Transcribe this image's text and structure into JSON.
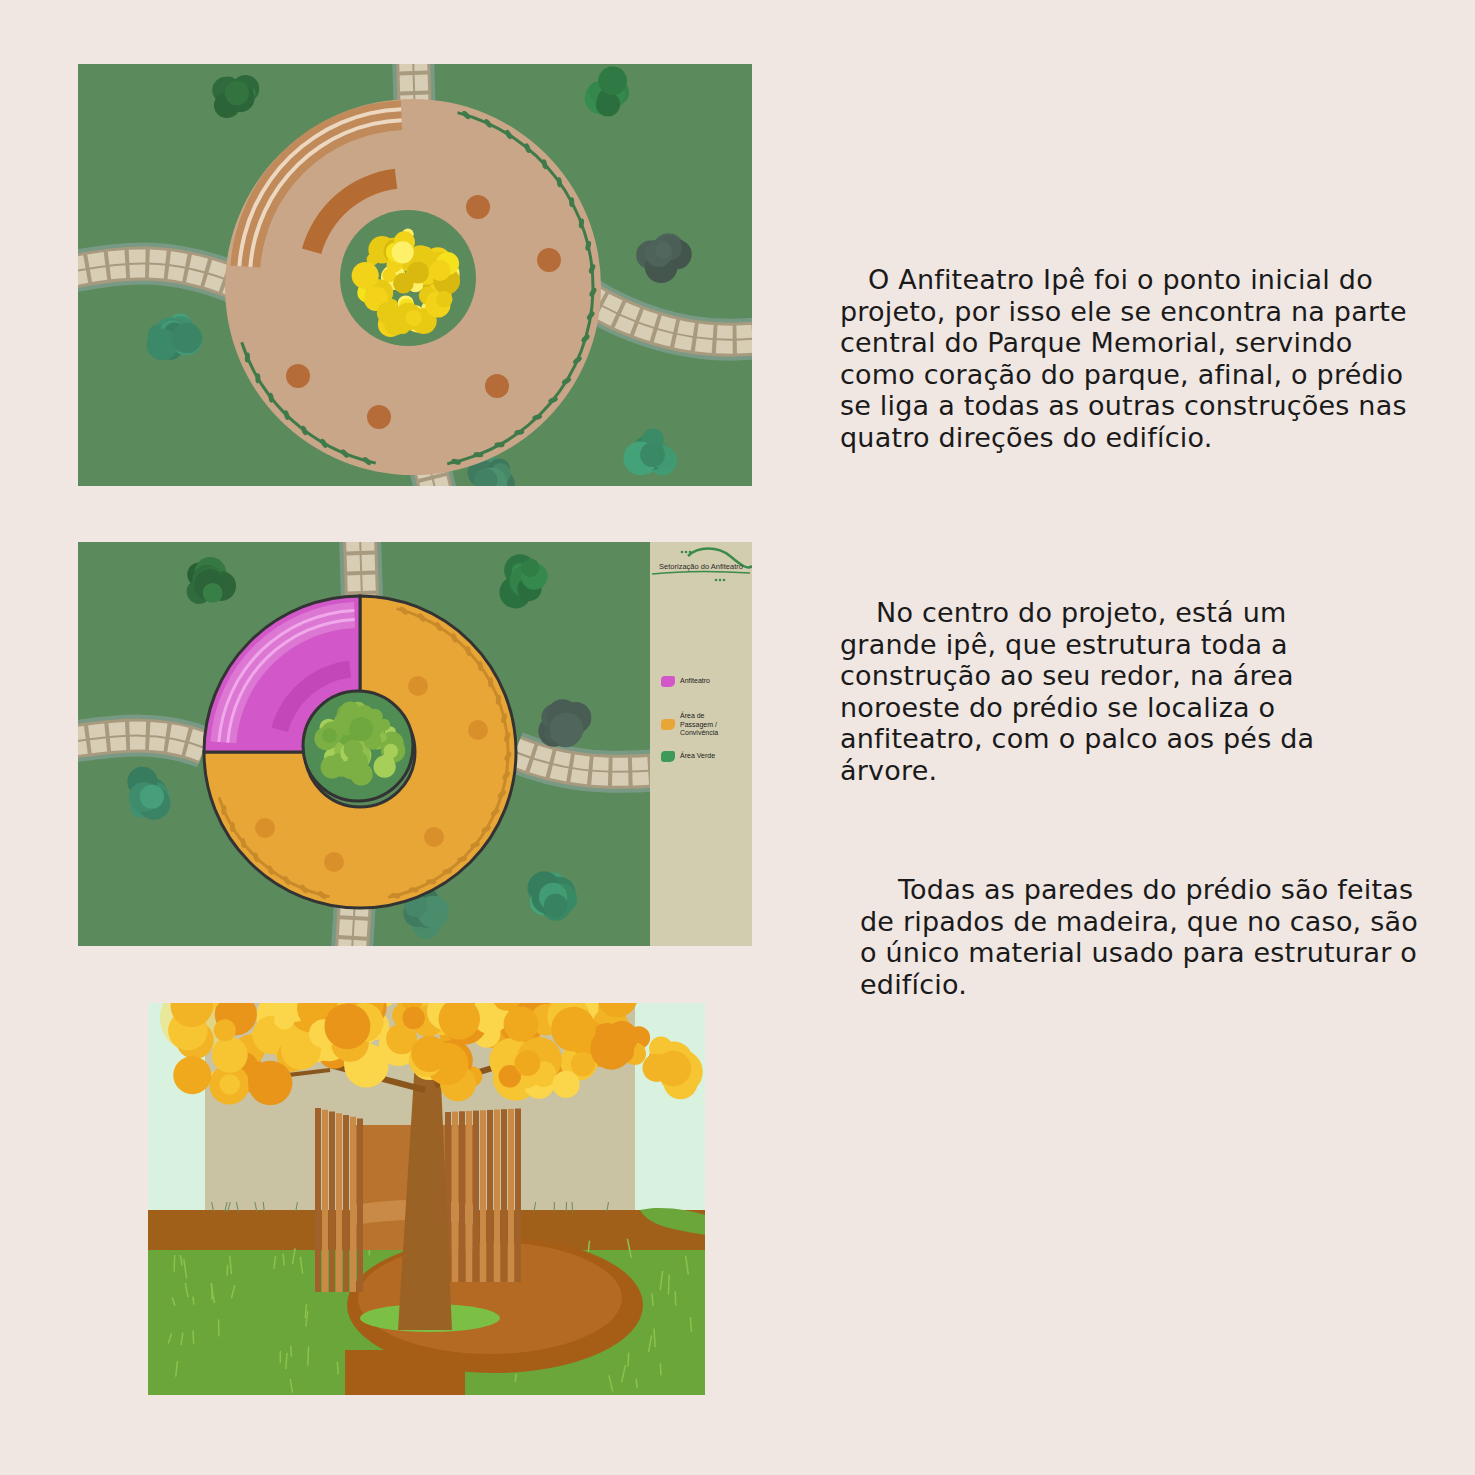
{
  "diagram": {
    "labels": [
      "O Anfiteatro Ipê foi o ponto inicial do projeto, por isso ele se encontra na parte central do Parque Memorial, servindo como coração do parque, afinal, o prédio se liga a todas as outras construções nas quatro direções do edifício.",
      "Setorização do Anfiteatro",
      "No centro do projeto, está um grande ipê, que estrutura toda a construção ao seu redor, na área noroeste do prédio se localiza o anfiteatro, com o palco aos pés da árvore.",
      "Todas as paredes do prédio são feitas de ripados de madeira, que no caso, são o único material usado para estruturar o edifício."
    ],
    "legend": [
      {
        "text": "Anfiteatro",
        "color": "#d257c8"
      },
      {
        "text": "Área de Passagem / Convivência",
        "color": "#e8a637"
      },
      {
        "text": "Área Verde",
        "color": "#3f9a5a"
      }
    ]
  }
}
